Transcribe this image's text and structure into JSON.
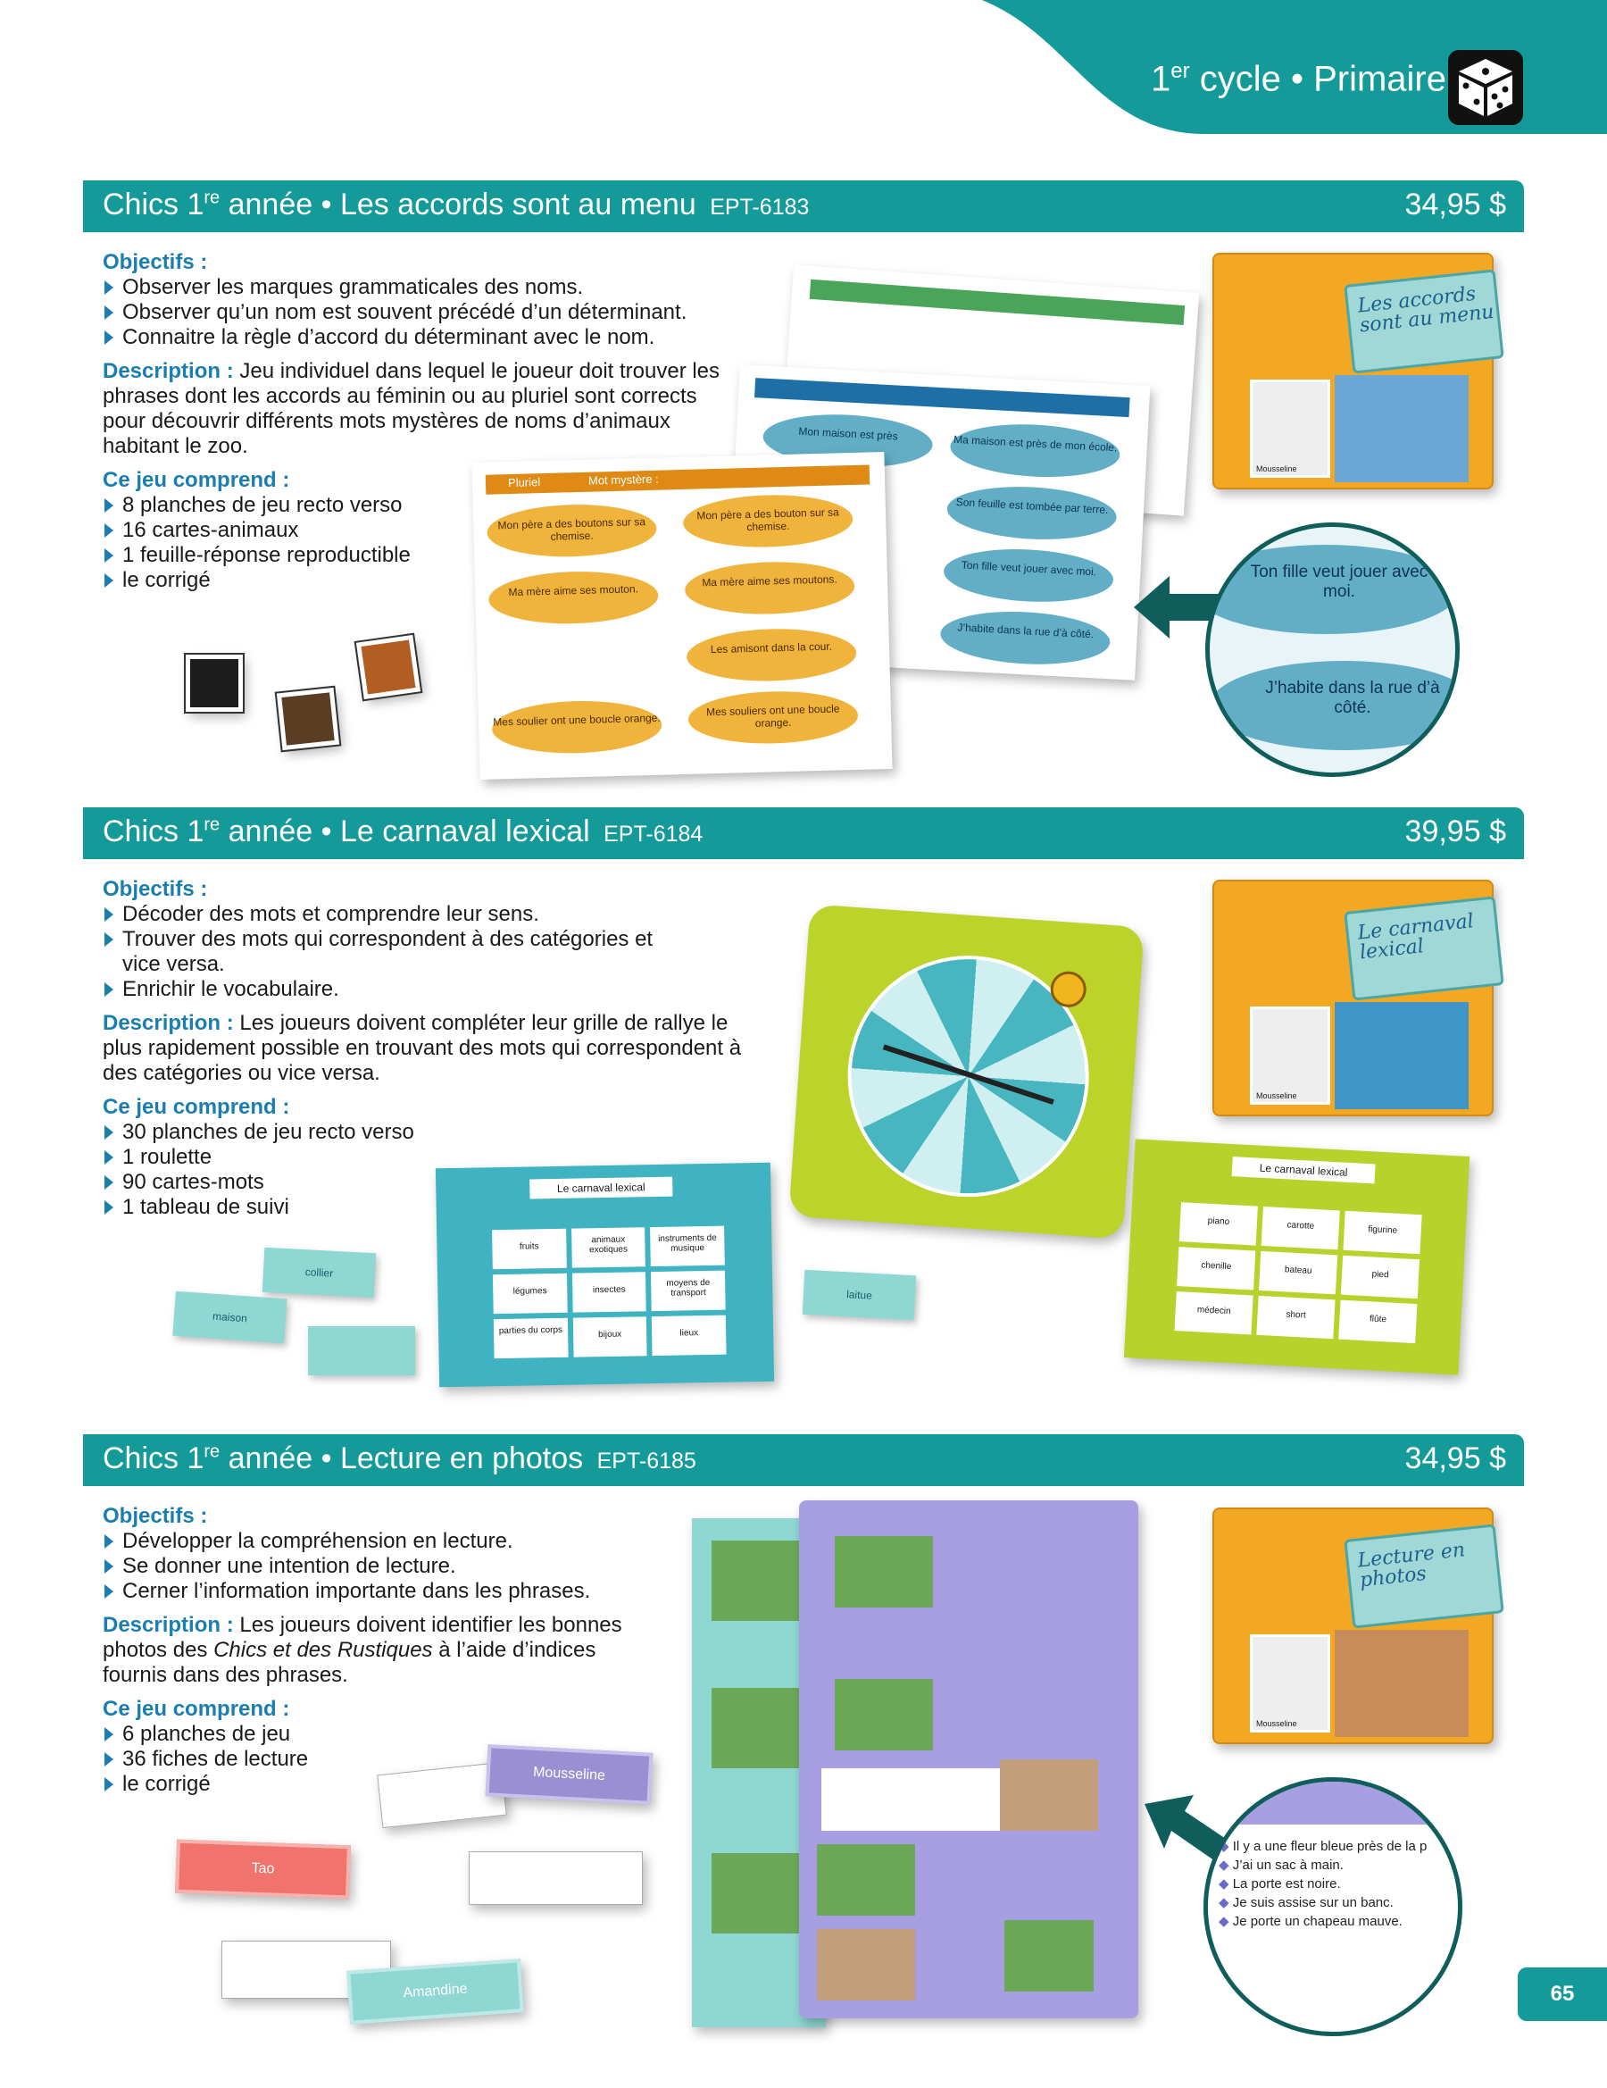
{
  "header": {
    "cycle_ordinal": "1",
    "cycle_sup": "er",
    "cycle_rest": " cycle • Primaire",
    "die_icon": "die-icon"
  },
  "colors": {
    "teal_bar": "#149a99",
    "banner_light": "#86c9c0",
    "label_blue": "#1a7fb0"
  },
  "labels": {
    "objectifs": "Objectifs :",
    "description": "Description :",
    "comprend": "Ce jeu comprend :"
  },
  "products": [
    {
      "title_prefix": "Chics 1",
      "title_sup": "re",
      "title_rest": " année • Les accords sont au menu",
      "code": "EPT-6183",
      "price": "34,95 $",
      "objectives": [
        "Observer les marques grammaticales des noms.",
        "Observer qu’un nom est souvent précédé d’un déterminant.",
        "Connaitre la règle d’accord du déterminant avec le nom."
      ],
      "description": "Jeu individuel dans lequel le joueur doit trouver les phrases dont les accords au féminin ou au pluriel sont corrects pour découvrir différents mots mystères de noms d’animaux habitant le zoo.",
      "contents": [
        "8 planches de jeu recto verso",
        "16 cartes-animaux",
        "1 feuille-réponse reproductible",
        "le corrigé"
      ],
      "box_title": "Les accords sont au menu",
      "box_name": "Mousseline",
      "sheet_header": "Pluriel",
      "sheet_mystery": "Mot mystère :",
      "fish_orange": [
        "Mon père a des boutons sur sa chemise.",
        "Mon père a des bouton sur sa chemise.",
        "Ma mère aime ses mouton.",
        "Ma mère aime ses moutons.",
        "Les amisont dans la cour.",
        "Mes soulier ont une boucle orange.",
        "Mes souliers ont une boucle orange."
      ],
      "fish_blue": [
        "Mon maison est près",
        "Ma maison est près de mon école.",
        "Son feuille est tombée par terre.",
        "Ton fille veut jouer avec moi.",
        "J’habite dans la rue d’à côté."
      ],
      "zoom_lines": [
        "Ton fille veut jouer avec moi.",
        "J’habite dans la rue d’à côté."
      ]
    },
    {
      "title_prefix": "Chics 1",
      "title_sup": "re",
      "title_rest": " année • Le carnaval lexical",
      "code": "EPT-6184",
      "price": "39,95 $",
      "objectives": [
        "Décoder des mots et comprendre leur sens.",
        "Trouver des mots qui correspondent à des catégories et vice versa.",
        "Enrichir le vocabulaire."
      ],
      "description": "Les joueurs doivent compléter leur grille de rallye le plus rapidement possible en trouvant des mots qui correspondent à des catégories ou vice versa.",
      "contents": [
        "30 planches de jeu recto verso",
        "1 roulette",
        "90 cartes-mots",
        "1 tableau de suivi"
      ],
      "box_title": "Le carnaval lexical",
      "box_name": "Mousseline",
      "grid_title": "Le carnaval lexical",
      "grid_cells": [
        "fruits",
        "animaux exotiques",
        "instruments de musique",
        "légumes",
        "insectes",
        "moyens de transport",
        "parties du corps",
        "bijoux",
        "lieux"
      ],
      "grid2_cells": [
        "piano",
        "carotte",
        "figurine",
        "chenille",
        "bateau",
        "pied",
        "médecin",
        "short",
        "flûte"
      ],
      "cards": [
        "collier",
        "maison",
        "laitue"
      ]
    },
    {
      "title_prefix": "Chics 1",
      "title_sup": "re",
      "title_rest": " année • Lecture en photos",
      "code": "EPT-6185",
      "price": "34,95 $",
      "objectives": [
        "Développer la compréhension en lecture.",
        "Se donner une intention de lecture.",
        "Cerner l’information importante dans les phrases."
      ],
      "description_pre": "Les joueurs doivent identifier les bonnes photos des ",
      "description_em": "Chics et des Rustiques",
      "description_post": " à l’aide d’indices fournis dans des phrases.",
      "contents": [
        "6 planches de jeu",
        "36 fiches de lecture",
        "le corrigé"
      ],
      "box_title": "Lecture en photos",
      "box_name": "Mousseline",
      "name_cards": [
        "Mousseline",
        "Tao",
        "Amandine"
      ],
      "zoom_lines": [
        "Il y a une fleur bleue près de la p",
        "J’ai un sac à main.",
        "La porte est noire.",
        "Je suis assise sur un banc.",
        "Je porte un chapeau mauve."
      ]
    }
  ],
  "page_number": "65"
}
